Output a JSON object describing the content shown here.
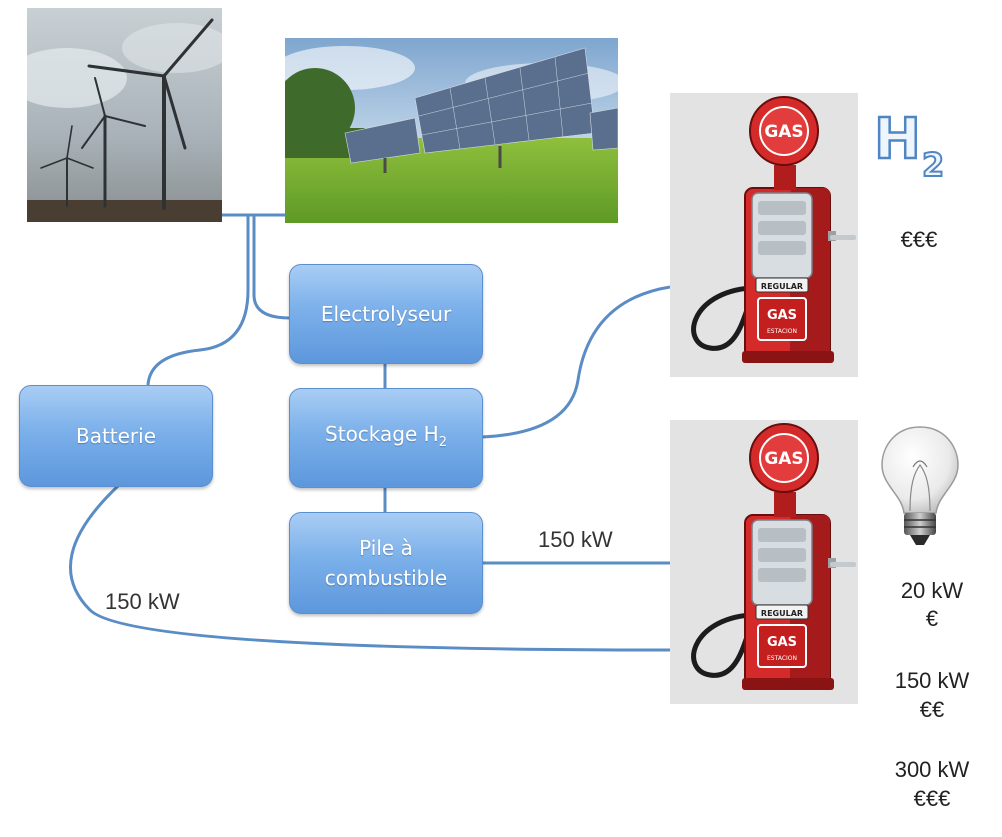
{
  "boxes": {
    "electrolyseur": "Electrolyseur",
    "stockage": "Stockage H",
    "stockage_sub": "2",
    "batterie": "Batterie",
    "pile_line1": "Pile à",
    "pile_line2": "combustible"
  },
  "power_labels": {
    "battery_link": "150 kW",
    "fuel_cell_link": "150 kW"
  },
  "h2_sign": {
    "letter": "H",
    "subscript": "2"
  },
  "h2_price": "€€€",
  "pump_sign": {
    "top": "GAS",
    "plate": "REGULAR",
    "bottom": "GAS",
    "bottom_small": "ESTACION"
  },
  "electric_tiers": [
    {
      "power": "20 kW",
      "price": "€"
    },
    {
      "power": "150 kW",
      "price": "€€"
    },
    {
      "power": "300 kW",
      "price": "€€€"
    }
  ],
  "colors": {
    "connector": "#5a8cc6",
    "box_top": "#a9cdf4",
    "box_bottom": "#5d97dc",
    "pump_red": "#d42a2a"
  }
}
